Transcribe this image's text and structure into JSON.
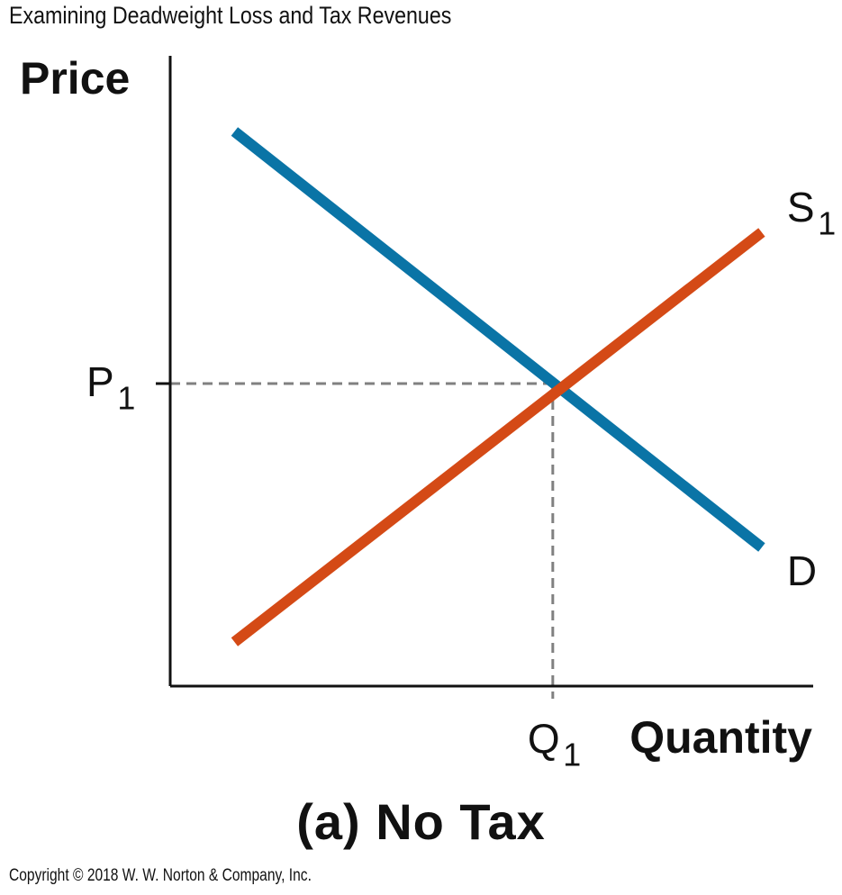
{
  "figure": {
    "title": "Examining Deadweight Loss and Tax Revenues",
    "subtitle": "(a) No Tax",
    "copyright": "Copyright © 2018 W. W. Norton & Company, Inc."
  },
  "chart_data": {
    "type": "line",
    "xlabel": "Quantity",
    "ylabel": "Price",
    "xlim": [
      0,
      10
    ],
    "ylim": [
      0,
      10
    ],
    "grid": false,
    "series": [
      {
        "name": "D",
        "color": "#0a74a6",
        "points": [
          [
            1,
            8.8
          ],
          [
            9.2,
            2.2
          ]
        ]
      },
      {
        "name": "S",
        "subscript": "1",
        "color": "#d44a16",
        "points": [
          [
            1,
            0.7
          ],
          [
            9.2,
            7.2
          ]
        ]
      }
    ],
    "equilibrium": {
      "x": 5.95,
      "y": 4.8,
      "x_label": "Q",
      "x_label_sub": "1",
      "y_label": "P",
      "y_label_sub": "1"
    },
    "guide_color": "#808080"
  }
}
